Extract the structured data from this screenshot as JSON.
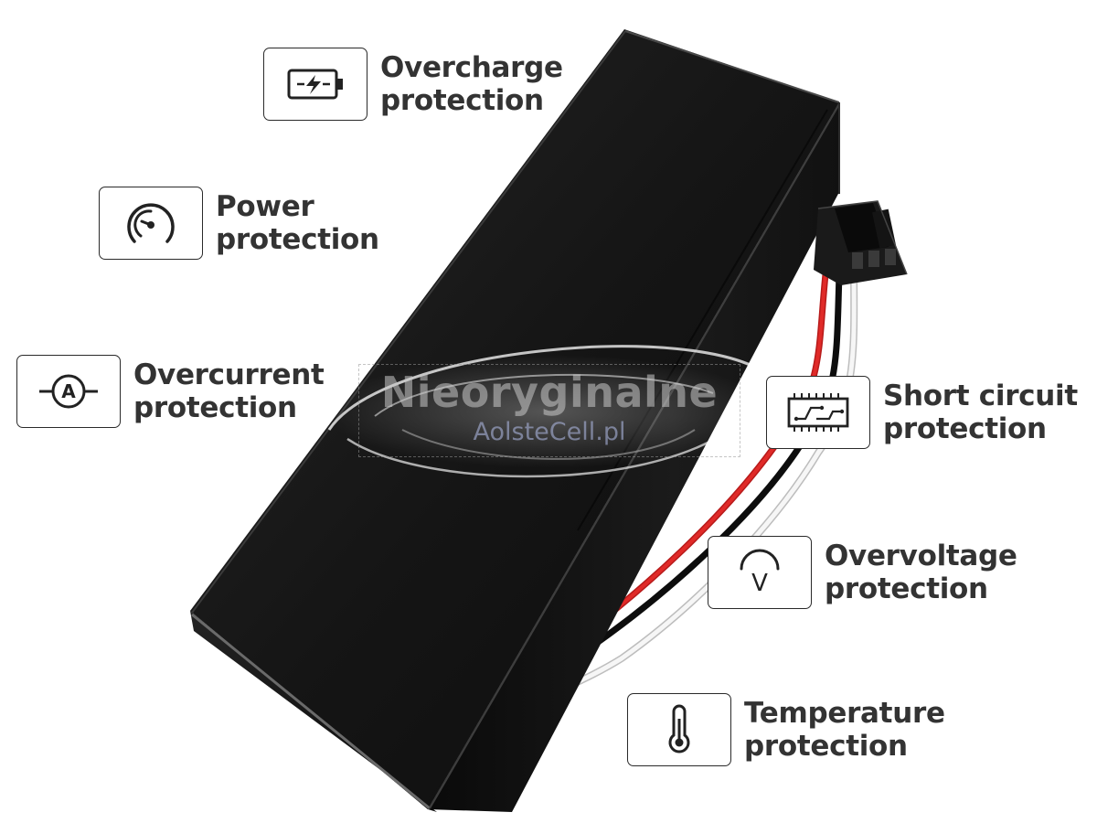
{
  "features": [
    {
      "id": "overcharge",
      "icon": "battery-charge-icon",
      "lines": [
        "Overcharge",
        "protection"
      ]
    },
    {
      "id": "power",
      "icon": "gauge-icon",
      "lines": [
        "Power",
        "protection"
      ]
    },
    {
      "id": "overcurrent",
      "icon": "ammeter-icon",
      "lines": [
        "Overcurrent",
        "protection"
      ]
    },
    {
      "id": "short-circuit",
      "icon": "circuit-board-icon",
      "lines": [
        "Short circuit",
        "protection"
      ]
    },
    {
      "id": "overvoltage",
      "icon": "voltmeter-icon",
      "lines": [
        "Overvoltage",
        "protection"
      ]
    },
    {
      "id": "temperature",
      "icon": "thermometer-icon",
      "lines": [
        "Temperature",
        "protection"
      ]
    }
  ],
  "watermark": {
    "main": "Nieoryginalne",
    "sub": "AolsteCell.pl"
  },
  "colors": {
    "battery_body": "#161616",
    "wire_red": "#d9201f",
    "wire_black": "#1a1a1a",
    "wire_white": "#f2f2f2",
    "text": "#333333"
  }
}
